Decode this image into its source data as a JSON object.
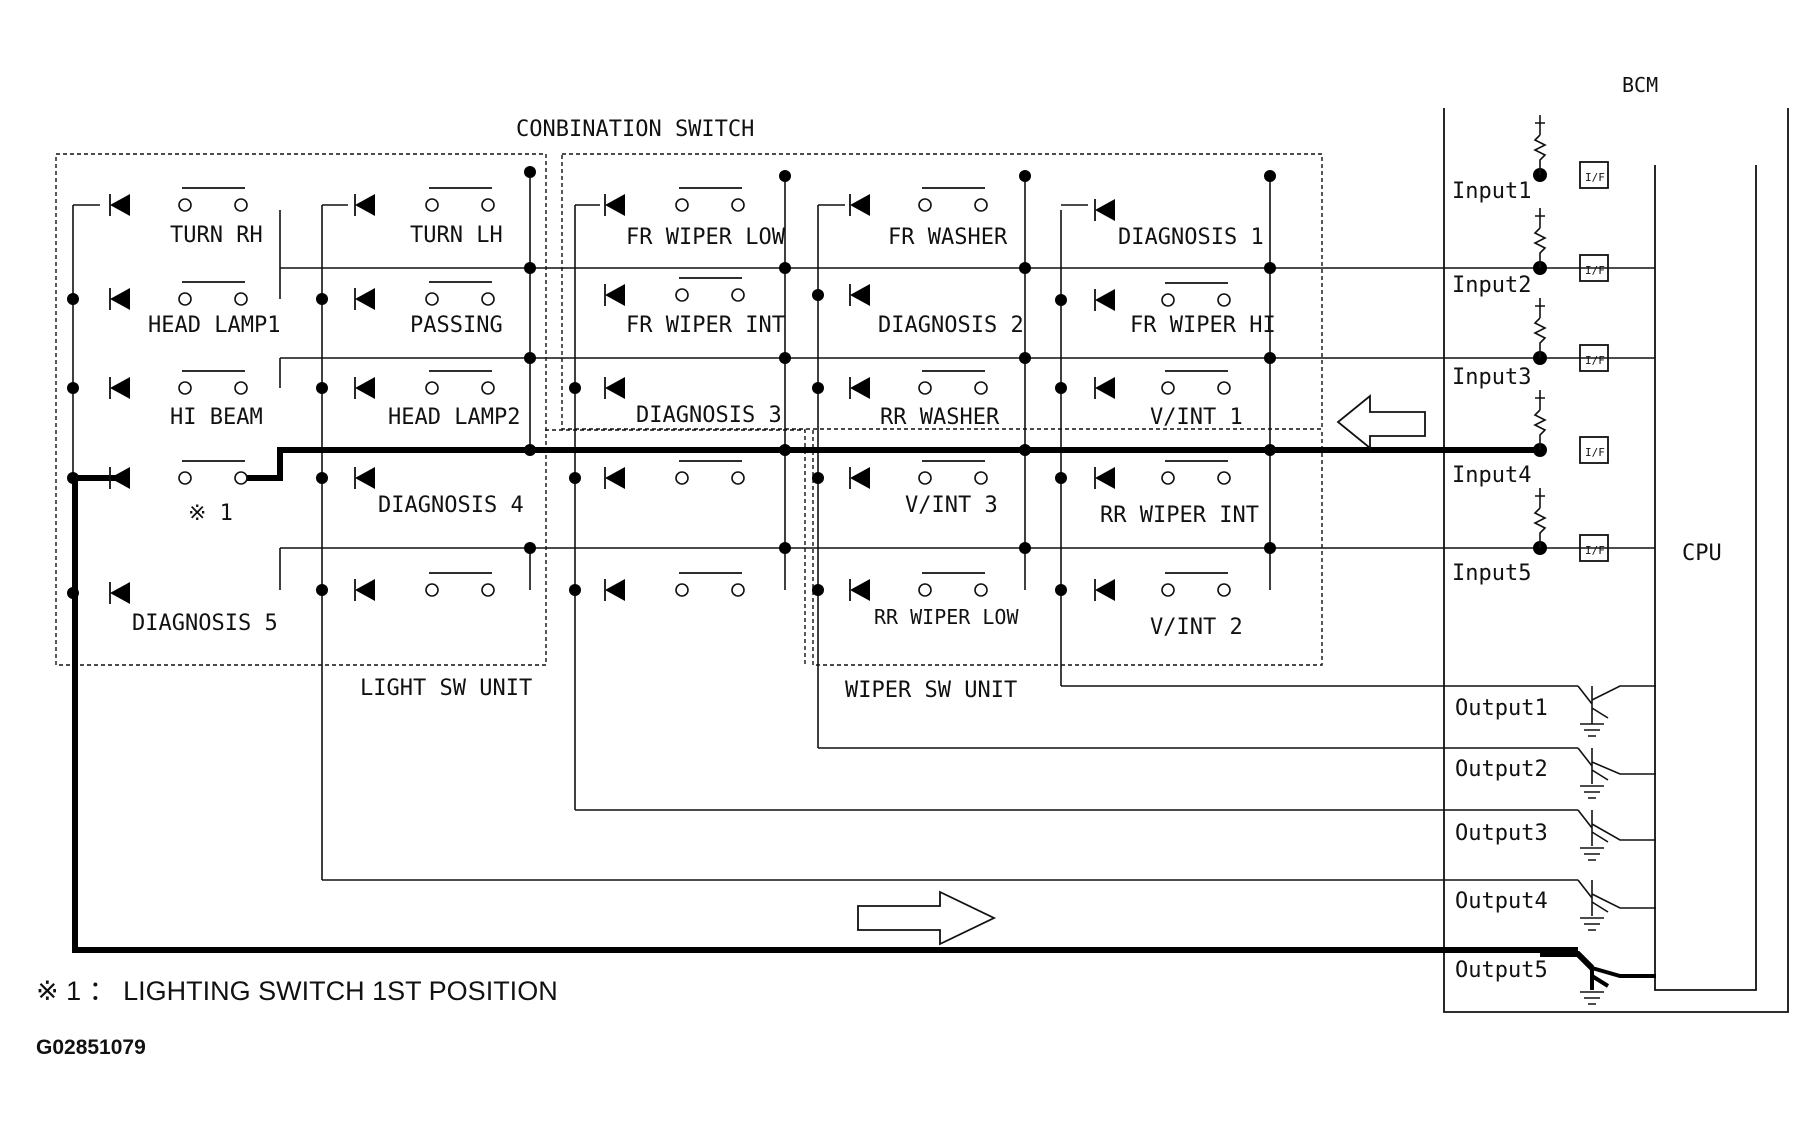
{
  "title": "CONBINATION SWITCH",
  "bcm_label": "BCM",
  "cpu_label": "CPU",
  "units": {
    "light": "LIGHT SW UNIT",
    "wiper": "WIPER SW UNIT"
  },
  "inputs": [
    "Input1",
    "Input2",
    "Input3",
    "Input4",
    "Input5"
  ],
  "outputs": [
    "Output1",
    "Output2",
    "Output3",
    "Output4",
    "Output5"
  ],
  "interface_label": "I/F",
  "switches": {
    "turn_rh": "TURN RH",
    "turn_lh": "TURN LH",
    "head_lamp1": "HEAD LAMP1",
    "passing": "PASSING",
    "hi_beam": "HI BEAM",
    "head_lamp2": "HEAD LAMP2",
    "mark1": "※ 1",
    "diagnosis4": "DIAGNOSIS 4",
    "diagnosis5": "DIAGNOSIS 5",
    "fr_wiper_low": "FR WIPER LOW",
    "fr_wiper_int": "FR WIPER INT",
    "diagnosis3": "DIAGNOSIS 3",
    "fr_washer": "FR WASHER",
    "diagnosis2": "DIAGNOSIS 2",
    "rr_washer": "RR WASHER",
    "vint3": "V/INT 3",
    "rr_wiper_low": "RR WIPER LOW",
    "diagnosis1": "DIAGNOSIS 1",
    "fr_wiper_hi": "FR WIPER HI",
    "vint1": "V/INT 1",
    "rr_wiper_int": "RR WIPER INT",
    "vint2": "V/INT 2"
  },
  "note": "※ 1 ： LIGHTING SWITCH 1ST POSITION",
  "figure_code": "G02851079"
}
